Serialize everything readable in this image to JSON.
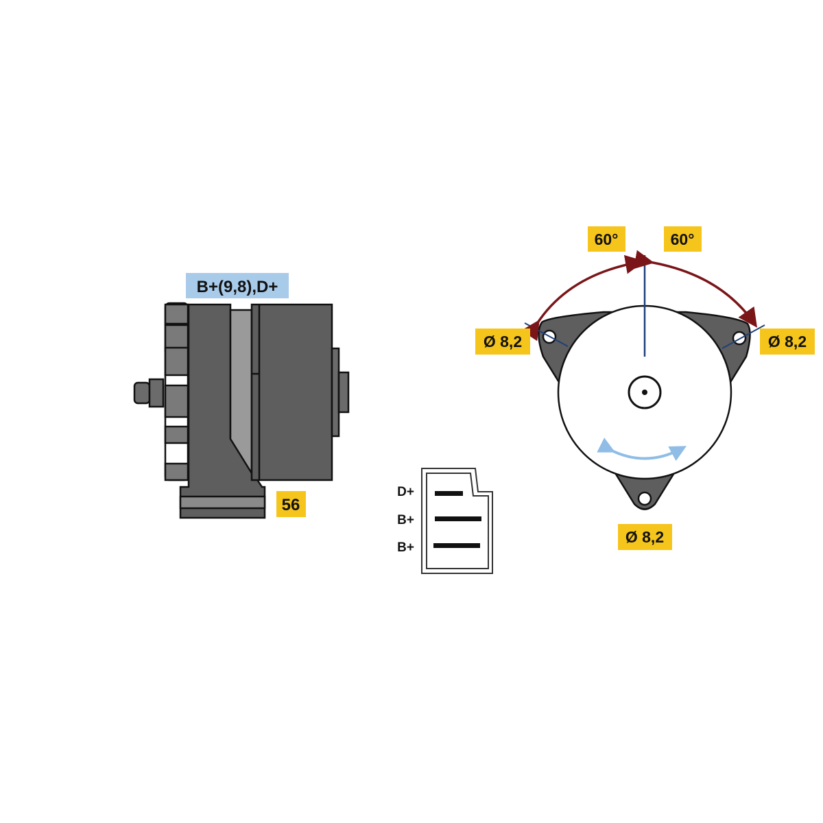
{
  "side_view": {
    "terminal_label": "B+(9,8),D+",
    "bracket_label": "56"
  },
  "connector": {
    "pins": [
      "D+",
      "B+",
      "B+"
    ]
  },
  "front_view": {
    "angle_left": "60°",
    "angle_right": "60°",
    "hole_left": "Ø 8,2",
    "hole_right": "Ø 8,2",
    "hole_bottom": "Ø 8,2"
  },
  "colors": {
    "body": "#5e5e5e",
    "label_yellow": "#f6c51c",
    "label_blue": "#a9cbea",
    "angle_arrow": "#7a1518",
    "axis_line": "#1f3f7a",
    "rotation_arrow": "#8fbde6"
  }
}
